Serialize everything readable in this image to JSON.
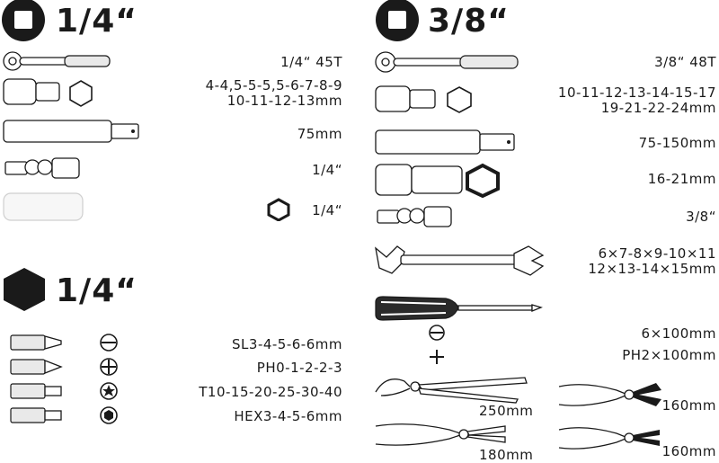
{
  "left_socket_section": {
    "header": "1/4“",
    "rows": [
      {
        "label": "1/4“ 45T"
      },
      {
        "label": "4-4,5-5-5,5-6-7-8-9\n10-11-12-13mm"
      },
      {
        "label": "75mm"
      },
      {
        "label": "1/4“"
      },
      {
        "label": "1/4“"
      }
    ]
  },
  "bits_section": {
    "header": "1/4“",
    "rows": [
      {
        "label": "SL3-4-5-6-6mm"
      },
      {
        "label": "PH0-1-2-2-3"
      },
      {
        "label": "T10-15-20-25-30-40"
      },
      {
        "label": "HEX3-4-5-6mm"
      }
    ]
  },
  "right_section": {
    "header": "3/8“",
    "rows": [
      {
        "label": "3/8“ 48T"
      },
      {
        "label": "10-11-12-13-14-15-17\n19-21-22-24mm"
      },
      {
        "label": "75-150mm"
      },
      {
        "label": "16-21mm"
      },
      {
        "label": "3/8“"
      },
      {
        "label": "6×7-8×9-10×11\n12×13-14×15mm"
      },
      {
        "label": "6×100mm"
      },
      {
        "label": "PH2×100mm"
      }
    ]
  },
  "pliers": [
    {
      "label": "250mm"
    },
    {
      "label": "180mm"
    },
    {
      "label": "160mm"
    },
    {
      "label": "160mm"
    }
  ]
}
